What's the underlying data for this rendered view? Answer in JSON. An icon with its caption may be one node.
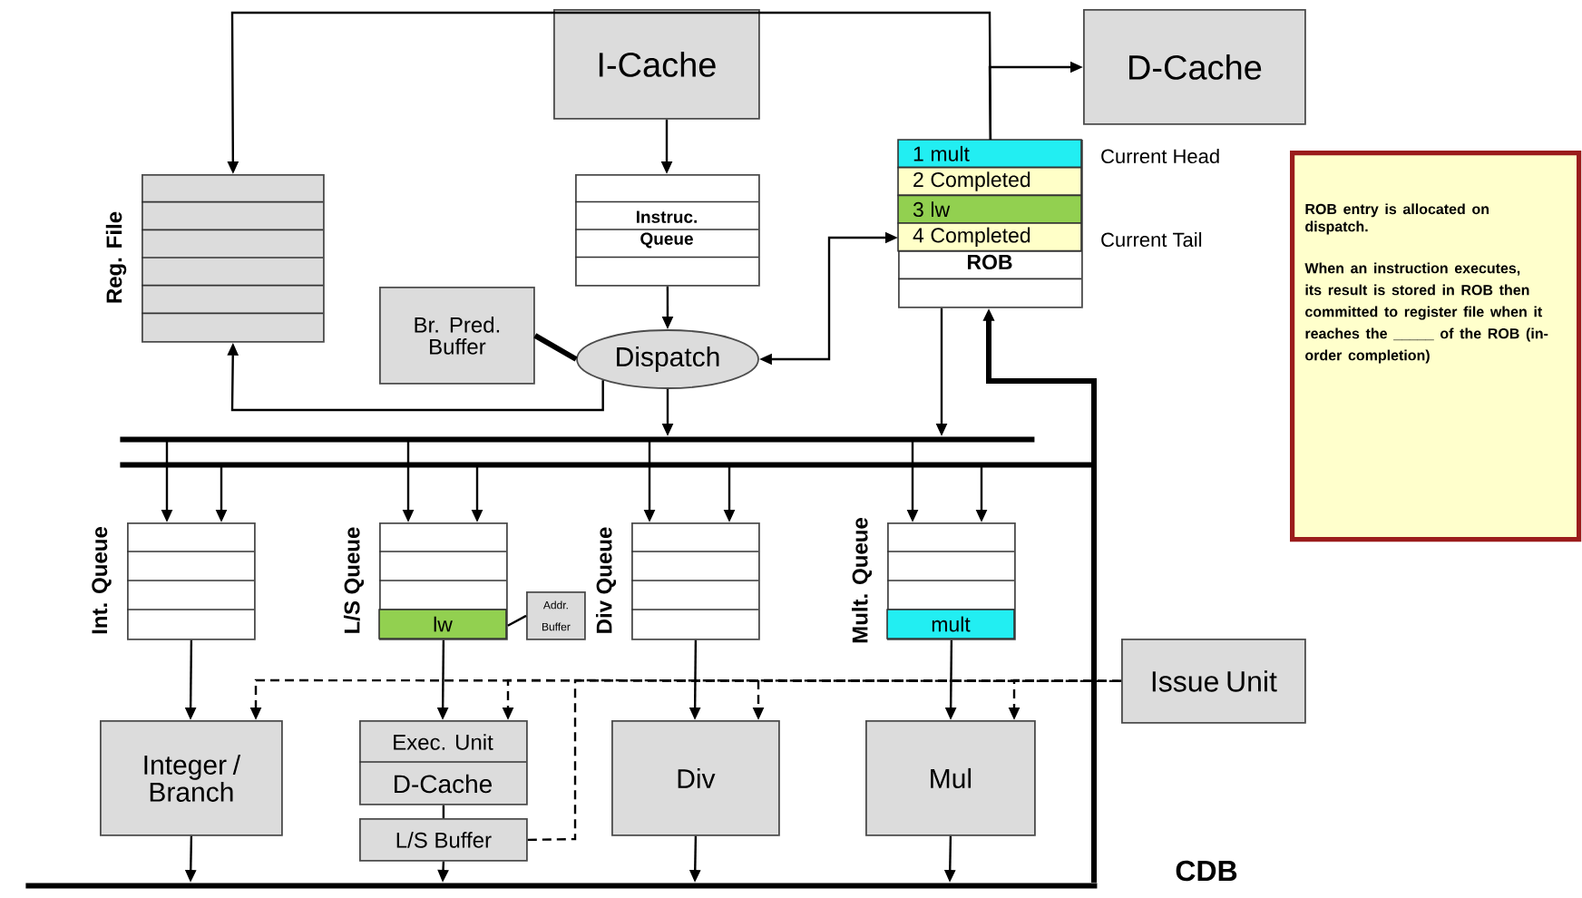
{
  "diagram": {
    "nodes": [
      {
        "text": [
          "I-Cache"
        ]
      },
      {
        "text": [
          "Instruc. Queue"
        ]
      },
      {
        "text": [
          "Reg. File"
        ]
      },
      {
        "text": [
          "Br. Pred. Buffer"
        ]
      },
      {
        "text": [
          "Dispatch"
        ]
      },
      {
        "text": [
          "D-Cache"
        ]
      },
      {
        "text": [
          "1 mult",
          "2 Completed",
          "3 lw",
          "4 Completed",
          "ROB"
        ],
        "beside": [
          "Current Head",
          "Current Tail"
        ]
      },
      {
        "text": [
          "ROB entry is allocated on dispatch.",
          "When an instruction executes, its result is stored in ROB then committed to register file when it reaches the _____ of the ROB (in-order completion)"
        ]
      },
      {
        "text": [
          "Int. Queue"
        ]
      },
      {
        "text": [
          "L/S Queue",
          "lw"
        ]
      },
      {
        "text": [
          "Addr. Buffer"
        ]
      },
      {
        "text": [
          "Div Queue"
        ]
      },
      {
        "text": [
          "Mult. Queue",
          "mult"
        ]
      },
      {
        "text": [
          "Issue Unit"
        ]
      },
      {
        "text": [
          "Integer / Branch"
        ]
      },
      {
        "text": [
          "Exec. Unit",
          "D-Cache"
        ]
      },
      {
        "text": [
          "L/S Buffer"
        ]
      },
      {
        "text": [
          "Div"
        ]
      },
      {
        "text": [
          "Mul"
        ]
      },
      {
        "text": [],
        "shape": "bar"
      },
      {
        "text": [],
        "shape": "bar"
      },
      {
        "text": [
          "CDB"
        ]
      }
    ],
    "edges": [
      {
        "from": 0,
        "to": 1,
        "arrow": "to"
      },
      {
        "from": 1,
        "to": 4,
        "arrow": "to"
      },
      {
        "from": 3,
        "to": 4,
        "arrow": "none",
        "style": "thick"
      },
      {
        "from": 6,
        "to": 4,
        "arrow": "both"
      },
      {
        "from": 4,
        "to": 2,
        "arrow": "to"
      },
      {
        "from": 6,
        "to": 2,
        "arrow": "to"
      },
      {
        "from": 6,
        "to": 5,
        "arrow": "to"
      },
      {
        "from": 4,
        "to": 19,
        "arrow": "to"
      },
      {
        "from": 6,
        "to": 19,
        "arrow": "to"
      },
      {
        "from": 19,
        "to": 8,
        "arrow": "to"
      },
      {
        "from": 20,
        "to": 8,
        "arrow": "to"
      },
      {
        "from": 19,
        "to": 9,
        "arrow": "to"
      },
      {
        "from": 20,
        "to": 9,
        "arrow": "to"
      },
      {
        "from": 19,
        "to": 11,
        "arrow": "to"
      },
      {
        "from": 20,
        "to": 11,
        "arrow": "to"
      },
      {
        "from": 19,
        "to": 12,
        "arrow": "to"
      },
      {
        "from": 20,
        "to": 12,
        "arrow": "to"
      },
      {
        "from": 9,
        "to": 10,
        "arrow": "none"
      },
      {
        "from": 8,
        "to": 14,
        "arrow": "to"
      },
      {
        "from": 9,
        "to": 15,
        "arrow": "to"
      },
      {
        "from": 11,
        "to": 17,
        "arrow": "to"
      },
      {
        "from": 12,
        "to": 18,
        "arrow": "to"
      },
      {
        "from": 15,
        "to": 16,
        "arrow": "none"
      },
      {
        "from": 14,
        "to": 21,
        "arrow": "to"
      },
      {
        "from": 16,
        "to": 21,
        "arrow": "to"
      },
      {
        "from": 17,
        "to": 21,
        "arrow": "to"
      },
      {
        "from": 18,
        "to": 21,
        "arrow": "to"
      },
      {
        "from": 13,
        "to": 14,
        "arrow": "to",
        "style": "dashed"
      },
      {
        "from": 13,
        "to": 15,
        "arrow": "to",
        "style": "dashed"
      },
      {
        "from": 13,
        "to": 17,
        "arrow": "to",
        "style": "dashed"
      },
      {
        "from": 13,
        "to": 18,
        "arrow": "to",
        "style": "dashed"
      },
      {
        "from": 16,
        "to": 13,
        "arrow": "none",
        "style": "dashed"
      },
      {
        "from": 21,
        "to": 20,
        "arrow": "none",
        "style": "thick"
      },
      {
        "from": 21,
        "to": 6,
        "arrow": "to",
        "style": "thick"
      }
    ]
  }
}
